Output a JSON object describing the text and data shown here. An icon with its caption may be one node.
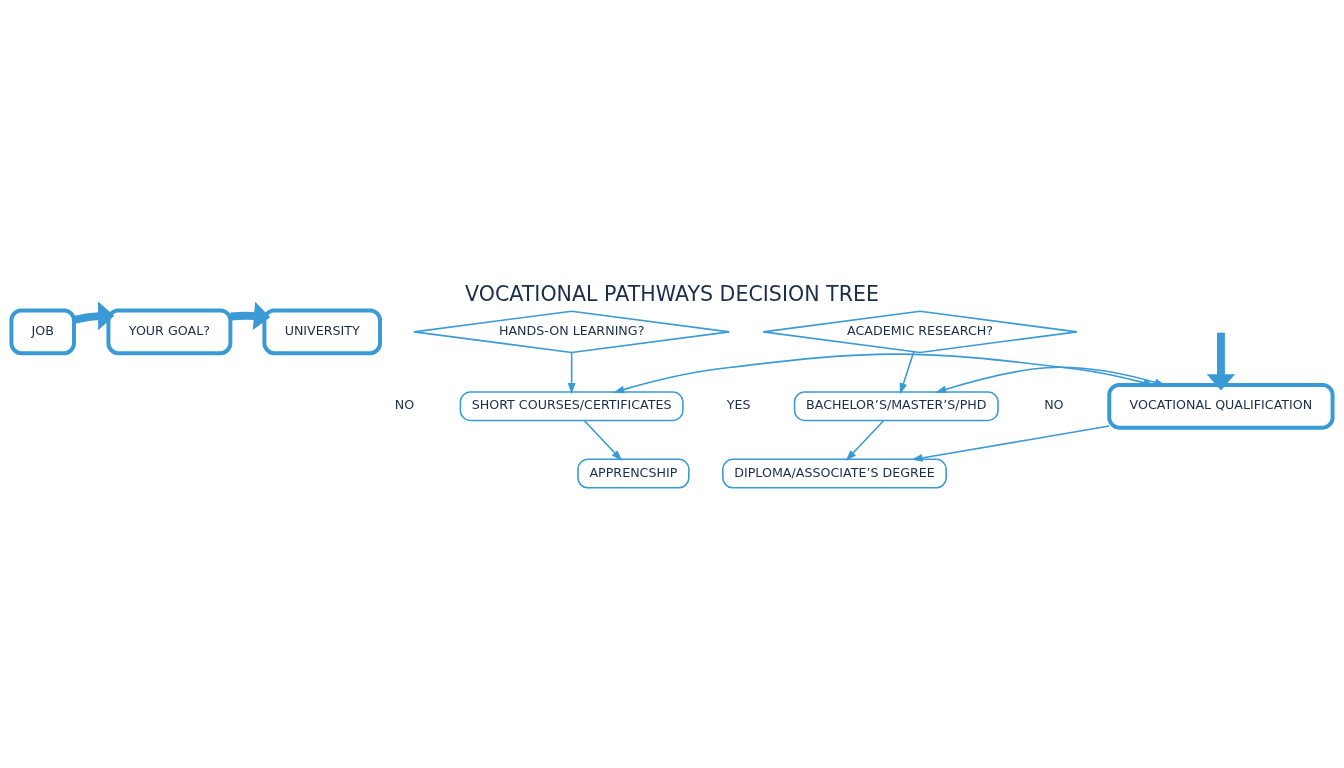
{
  "diagram": {
    "title": "VOCATIONAL PATHWAYS DECISION TREE",
    "nodes": [
      {
        "text": [
          "JOB"
        ]
      },
      {
        "text": [
          "YOUR GOAL?"
        ]
      },
      {
        "text": [
          "UNIVERSITY"
        ]
      },
      {
        "text": [
          "HANDS-ON LEARNING?"
        ]
      },
      {
        "text": [
          "ACADEMIC RESEARCH?"
        ]
      },
      {
        "text": [
          "SHORT COURSES/CERTIFICATES"
        ]
      },
      {
        "text": [
          "APPRENCSHIP"
        ]
      },
      {
        "text": [
          "BACHELOR’S/MASTER’S/PHD"
        ]
      },
      {
        "text": [
          "DIPLOMA/ASSOCIATE’S DEGREE"
        ]
      },
      {
        "text": [
          "VOCATIONAL QUALIFICATION"
        ]
      }
    ],
    "edges": [
      {
        "from": 0,
        "to": 1,
        "arrow": "to",
        "style": "thick"
      },
      {
        "from": 1,
        "to": 2,
        "arrow": "to",
        "style": "thick"
      },
      {
        "from": 3,
        "to": 5,
        "arrow": "to"
      },
      {
        "from": 5,
        "to": 6,
        "arrow": "to"
      },
      {
        "from": 4,
        "to": 7,
        "arrow": "to"
      },
      {
        "from": 7,
        "to": 8,
        "arrow": "to"
      },
      {
        "from": 5,
        "to": 9,
        "arrow": "both"
      },
      {
        "from": 9,
        "to": 7,
        "arrow": "both"
      },
      {
        "from": 9,
        "to": 8,
        "arrow": "to"
      },
      {
        "from": null,
        "to": 9,
        "arrow": "to",
        "style": "thick"
      }
    ],
    "labels": [
      "YES",
      "NO",
      "NO"
    ]
  }
}
